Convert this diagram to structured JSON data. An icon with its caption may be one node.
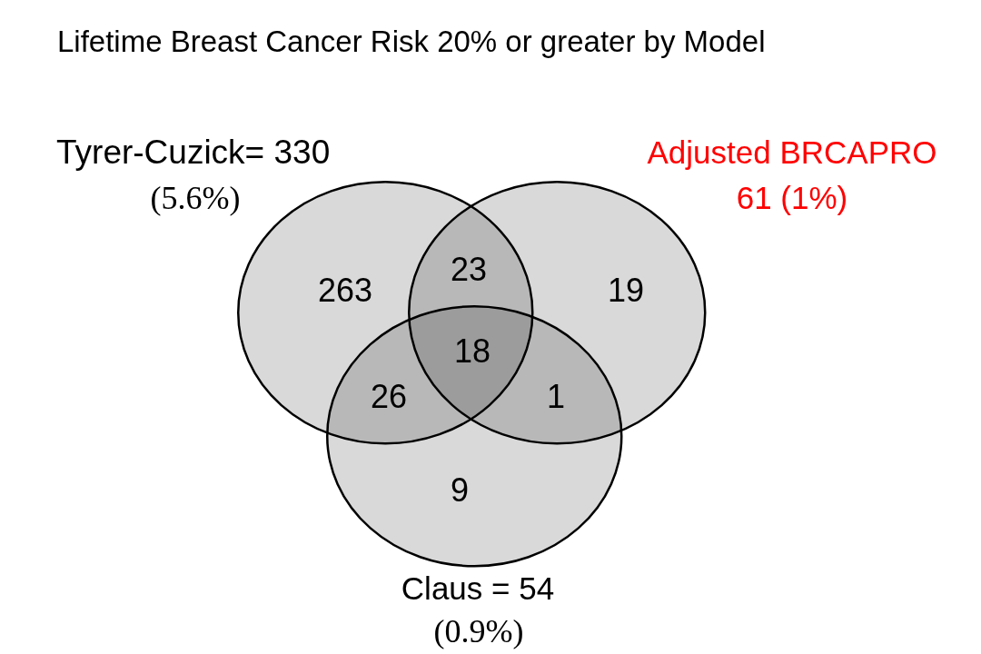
{
  "diagram": {
    "title": "Lifetime Breast Cancer Risk 20% or greater by Model",
    "nodes": [
      {
        "text": [
          "Tyrer-Cuzick= 330",
          "(5.6%)"
        ]
      },
      {
        "text": [
          "Adjusted BRCAPRO",
          "61 (1%)"
        ]
      },
      {
        "text": [
          "Claus = 54",
          "(0.9%)"
        ]
      }
    ],
    "labels": [
      "263",
      "23",
      "19",
      "18",
      "26",
      "1",
      "9"
    ]
  }
}
